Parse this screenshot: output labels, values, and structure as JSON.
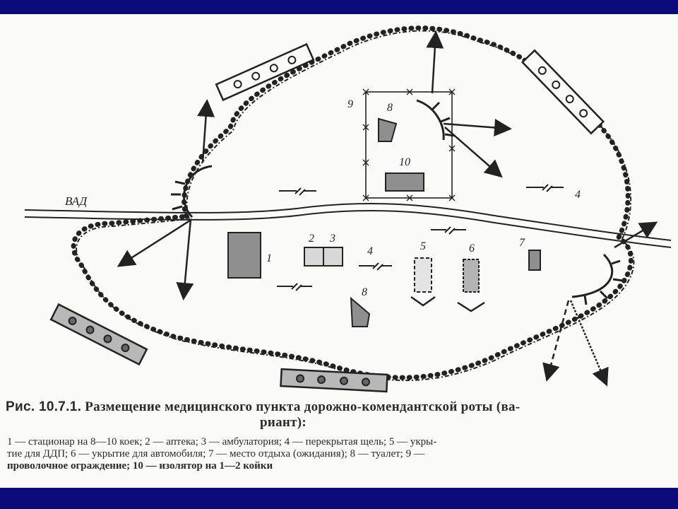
{
  "diagram": {
    "road_label": "ВАД",
    "labels": {
      "n1": "1",
      "n2": "2",
      "n3": "3",
      "n4a": "4",
      "n4b": "4",
      "n5": "5",
      "n6": "6",
      "n7": "7",
      "n8a": "8",
      "n8b": "8",
      "n9": "9",
      "n10": "10"
    },
    "colors": {
      "ink": "#222222",
      "fill_gray": "#8f8f8f",
      "fill_light": "#d8d8d8",
      "background": "#0a0a78",
      "paper": "#fbfbf8"
    }
  },
  "caption": {
    "title_lead": "Рис. 10.7.1.",
    "title_rest": "Размещение медицинского пункта дорожно-комендантской роты (ва-",
    "title_line2": "риант):",
    "legend_line1": "1 — стационар на 8—10 коек; 2 — аптека; 3 — амбулатория; 4 — перекрытая щель; 5 — укры-",
    "legend_line2": "тие для ДДП; 6 — укрытие для автомобиля; 7 — место отдыха (ожидания); 8 — туалет; 9 —",
    "legend_line3": "проволочное ограждение; 10 — изолятор на 1—2 койки"
  }
}
